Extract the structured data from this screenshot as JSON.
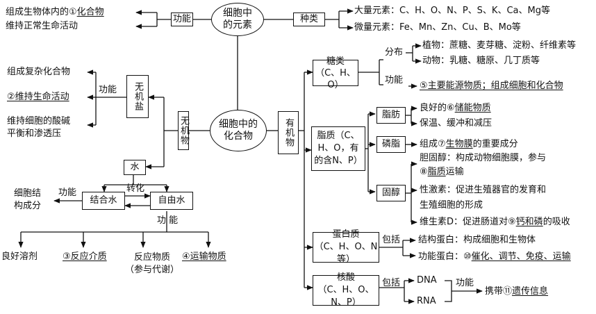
{
  "center_elements": "细胞中\n的元素",
  "center_compounds": "细胞中的\n化合物",
  "elements": {
    "function_label": "功能",
    "function_1": "组成生物体内的①",
    "function_1_answer": "化合物",
    "function_2": "维持正常生命活动",
    "kinds_label": "种类",
    "major_label": "大量元素：",
    "major_value": "C、H、O、N、P、S、K、Ca、Mg等",
    "trace_label": "微量元素：",
    "trace_value": "Fe、Mn、Zn、Cu、B、Mo等"
  },
  "inorganic": {
    "label": "无机物",
    "salt_label": "无机盐",
    "salt_function_label": "功能",
    "salt_f1": "组成复杂化合物",
    "salt_f2": "②维持生命活动",
    "salt_f3": "维持细胞的酸碱\n平衡和渗透压",
    "water_label": "水",
    "bound_water": "结合水",
    "free_water": "自由水",
    "convert_label": "转化",
    "bound_function_label": "功能",
    "bound_function_value": "细胞结\n构成分",
    "free_function_label": "功 能",
    "free_f1": "良好溶剂",
    "free_f2": "③反应介质",
    "free_f3": "反应物质\n（参与代谢）",
    "free_f4": "④运输物质"
  },
  "organic": {
    "label": "有机物",
    "sugar_label": "糖类\n（C、H、O）",
    "sugar_distribution_label": "分布",
    "sugar_plant": "植物：蔗糖、麦芽糖、淀粉、纤维素等",
    "sugar_animal": "动物：乳糖、糖原、几丁质等",
    "sugar_function_label": "功能",
    "sugar_function": "⑤主要能源物质；组成细胞和化合物",
    "lipid_label": "脂质（C、\nH、O，有\n的含N、P）",
    "fat_label": "脂肪",
    "fat_f1_pre": "良好的⑥",
    "fat_f1_answer": "储能物质",
    "fat_f2": "保温、缓冲和减压",
    "phospholipid_label": "磷脂",
    "phospholipid_pre": "组成⑦",
    "phospholipid_answer": "生物膜",
    "phospholipid_post": "的重要成分",
    "sterol_label": "固醇",
    "cholesterol_1": "胆固醇：构成动物细胞膜，参与",
    "cholesterol_2_pre": "⑧",
    "cholesterol_2_answer": "脂质",
    "cholesterol_2_post": "运输",
    "sex_hormone_1": "性激素：促进生殖器官的发育和",
    "sex_hormone_2": "生殖细胞的形成",
    "vitamin_d_pre": "维生素D：促进肠道对⑨",
    "vitamin_d_answer": "钙和磷",
    "vitamin_d_post": "的吸收",
    "protein_label": "蛋白质\n（C、H、O、N等）",
    "protein_include_label": "包括",
    "protein_structural": "结构蛋白：构成细胞和生物体",
    "protein_functional_pre": "功能蛋白：⑩",
    "protein_functional_answer": "催化、调节、免疫、运输",
    "nucleic_label": "核酸\n（C、H、O、N、P）",
    "nucleic_include_label": "包括",
    "dna": "DNA",
    "rna": "RNA",
    "nucleic_function_label": "功能",
    "nucleic_function_pre": "携带⑪",
    "nucleic_function_answer": "遗传信息"
  }
}
